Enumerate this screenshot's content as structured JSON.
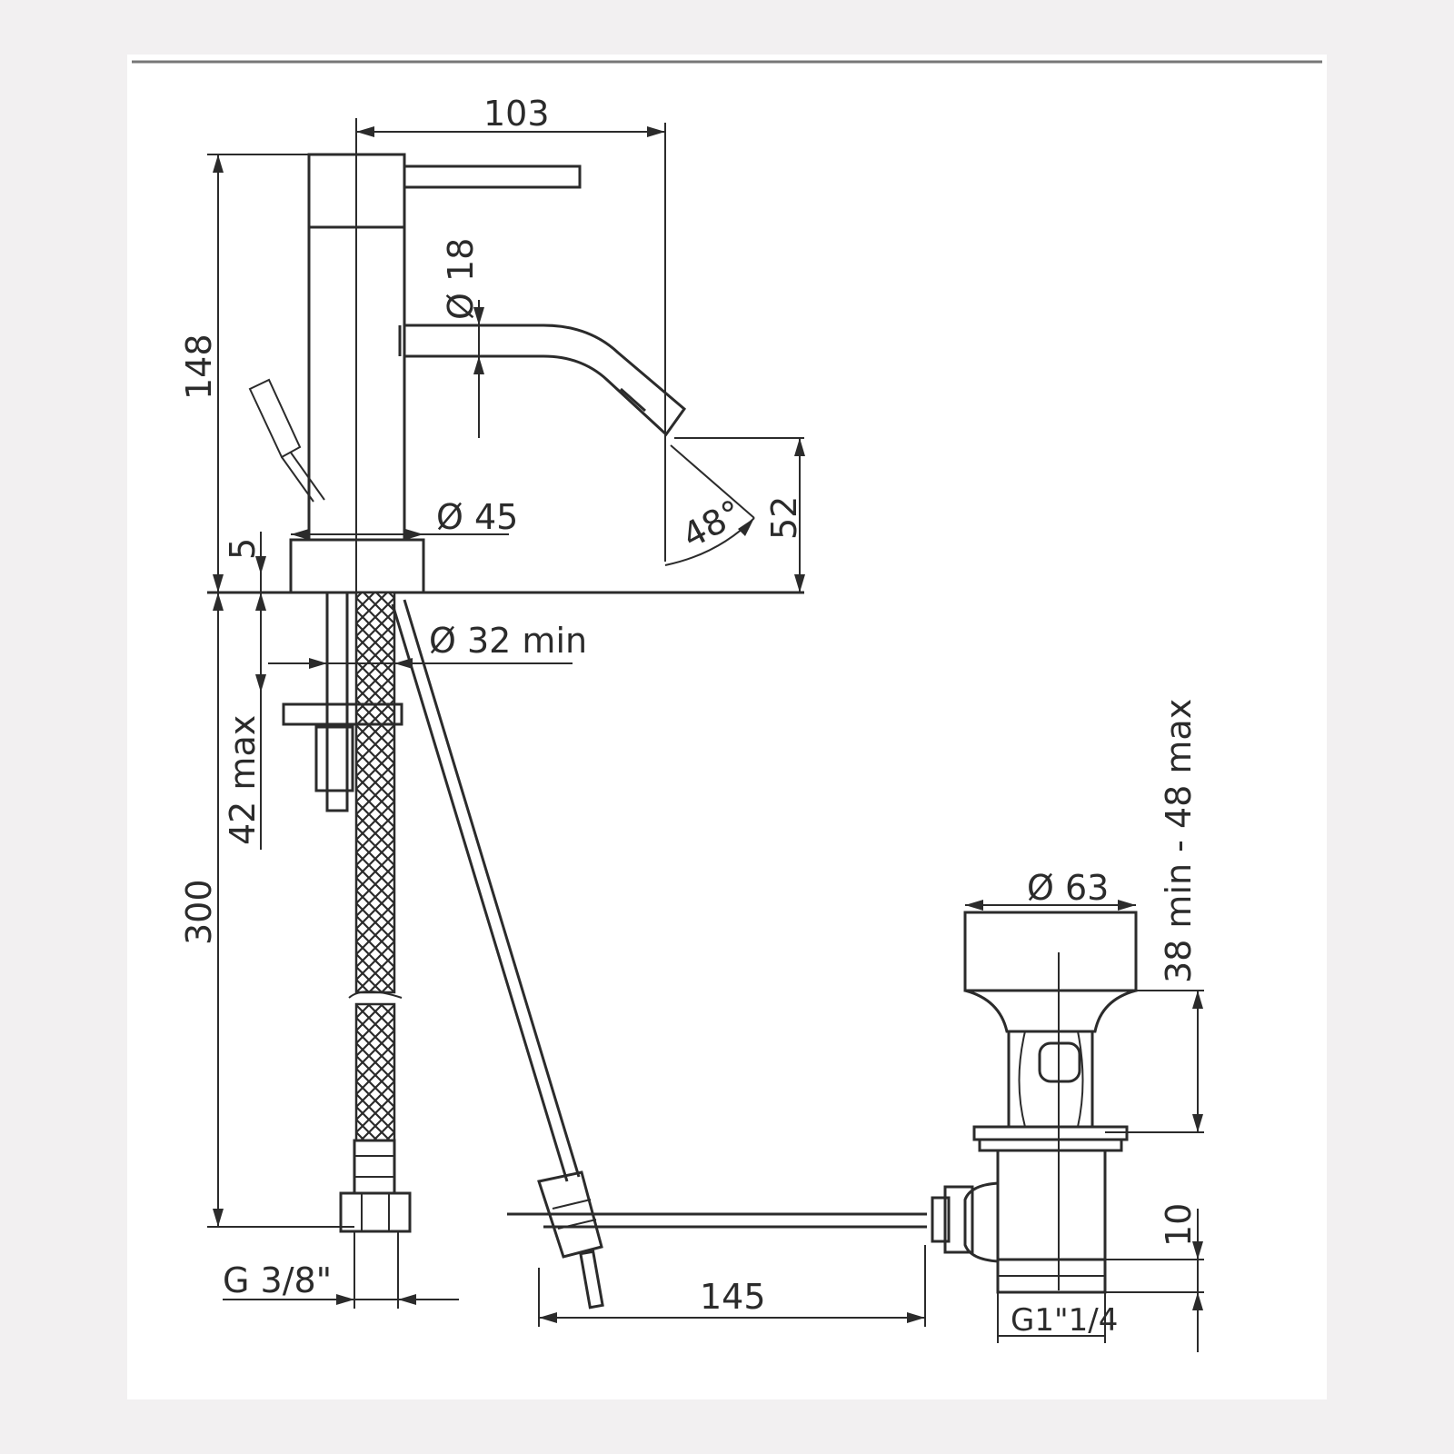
{
  "colors": {
    "background": "#f2f0f1",
    "line": "#2b2b2b",
    "sheet": "#ffffff"
  },
  "dimensions": {
    "top_width": "103",
    "height": "148",
    "spout_diameter": "Ø 18",
    "base_diameter": "Ø 45",
    "spout_height": "52",
    "spout_angle": "48°",
    "base_thickness": "5",
    "hole_diameter": "Ø 32 min",
    "deck_thickness": "42 max",
    "hose_length": "300",
    "hose_thread": "G 3/8\"",
    "waste_diameter": "Ø 63",
    "waste_range": "38 min - 48 max",
    "waste_spacing": "10",
    "pop_up_rod": "145",
    "waste_thread": "G1\"1/4"
  }
}
